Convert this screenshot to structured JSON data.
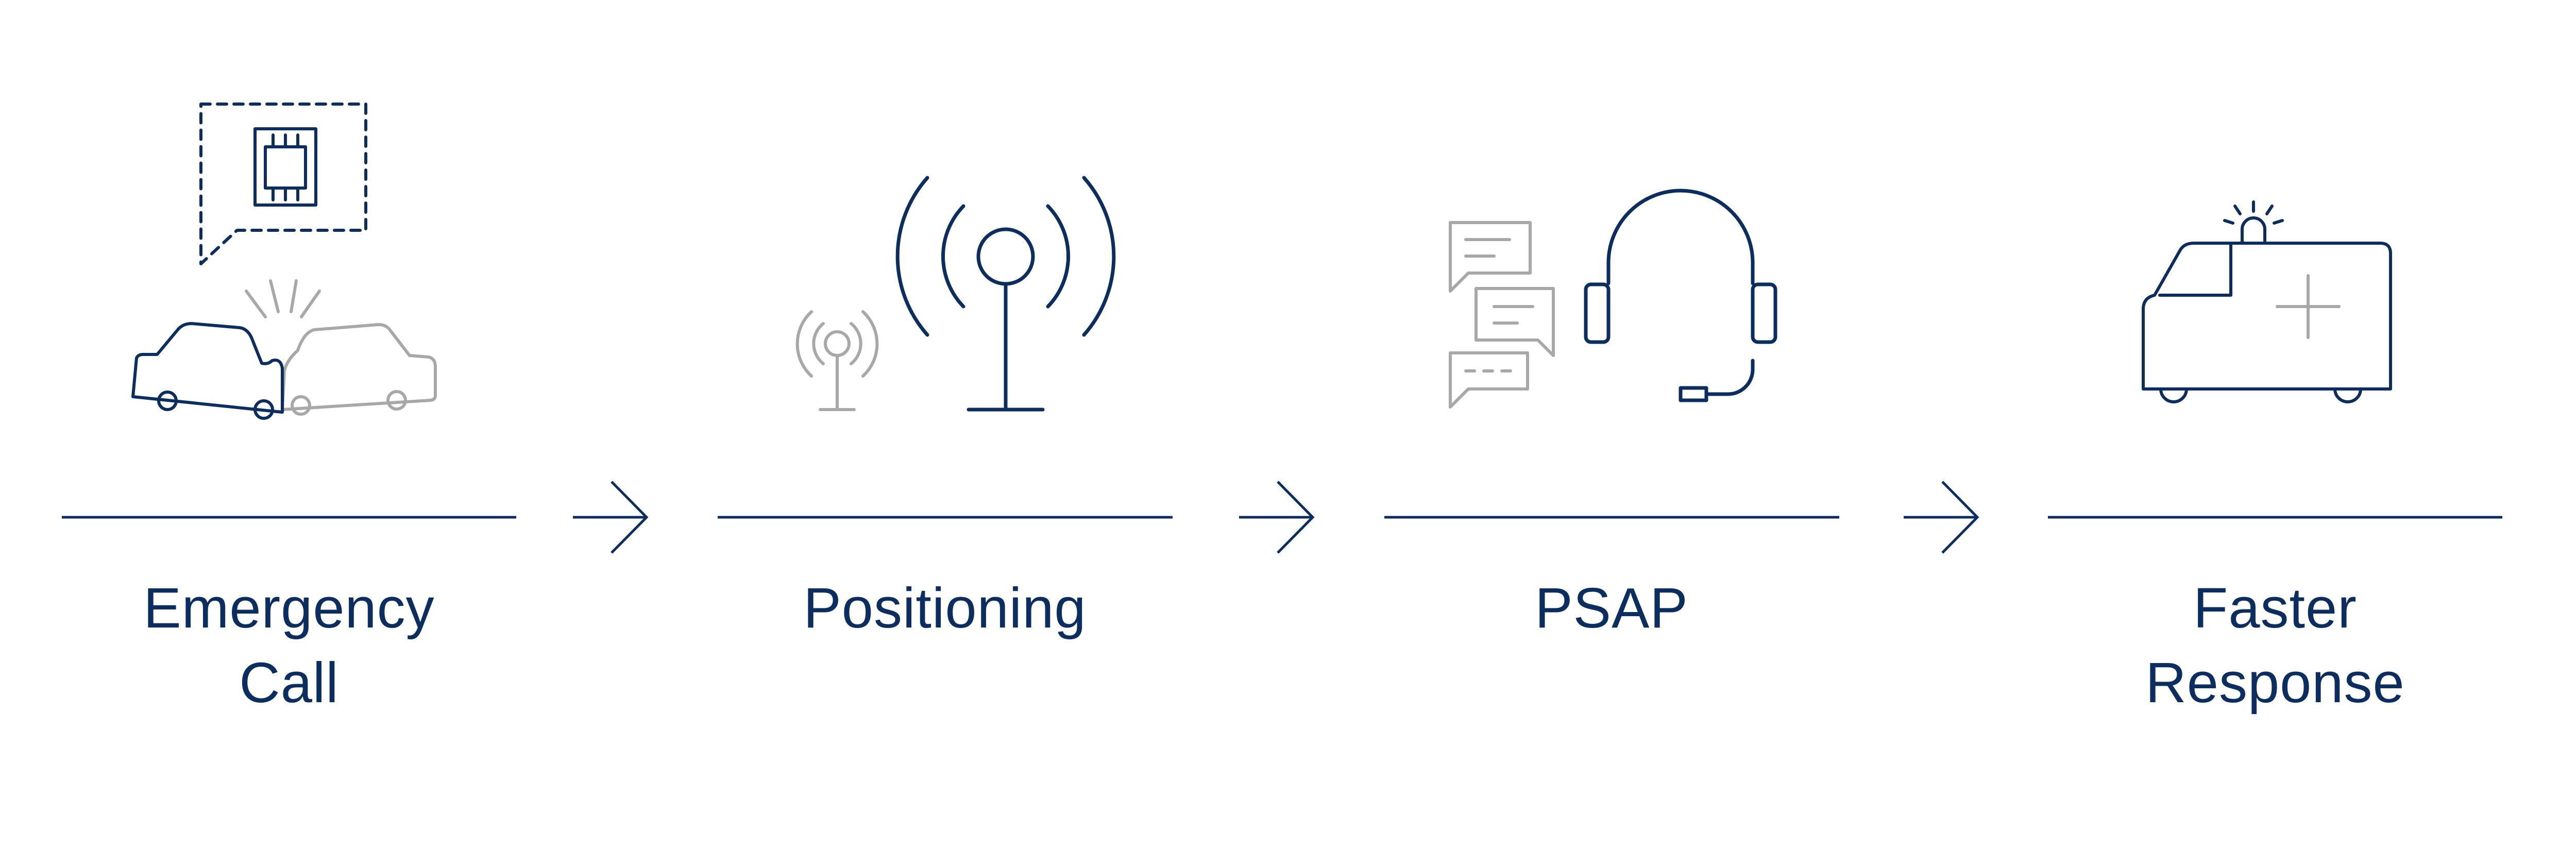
{
  "colors": {
    "primary": "#0b2d5f",
    "secondary": "#a8a8a8",
    "background": "#ffffff"
  },
  "steps": [
    {
      "label_lines": [
        "Emergency",
        "Call"
      ],
      "icon": "car-crash-icon"
    },
    {
      "label_lines": [
        "Positioning"
      ],
      "icon": "antenna-tower-icon"
    },
    {
      "label_lines": [
        "PSAP"
      ],
      "icon": "headset-icon"
    },
    {
      "label_lines": [
        "Faster",
        "Response"
      ],
      "icon": "ambulance-icon"
    }
  ],
  "connector_icon": "arrow-right-icon"
}
